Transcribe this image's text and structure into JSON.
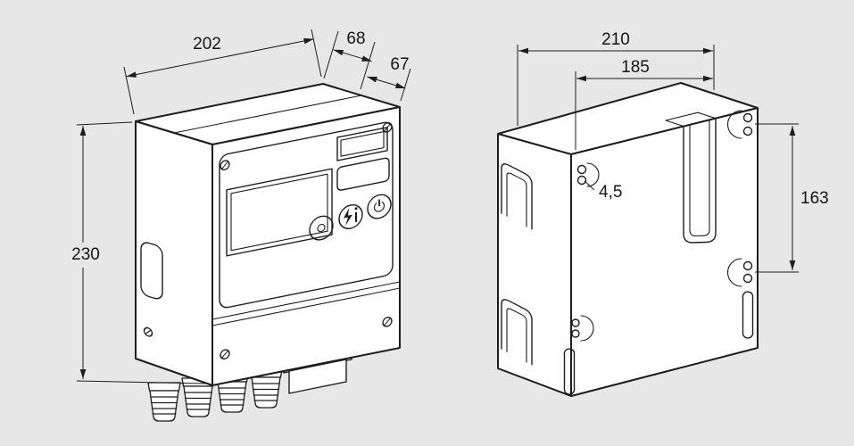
{
  "diagram": {
    "background_color": "#e7e7e7",
    "line_color": "#1d1d1d",
    "face_color": "#ffffff",
    "front_view": {
      "dims": {
        "width": "202",
        "depth_housing": "68",
        "depth_door": "67",
        "height": "230"
      },
      "panel_icons": {
        "reset": "circle-dot-icon",
        "info": "lightning-info-icon",
        "power": "power-icon"
      }
    },
    "back_view": {
      "dims": {
        "width": "210",
        "hole_spacing_horizontal": "185",
        "hole_diameter": "4,5",
        "hole_spacing_vertical": "163"
      }
    }
  }
}
